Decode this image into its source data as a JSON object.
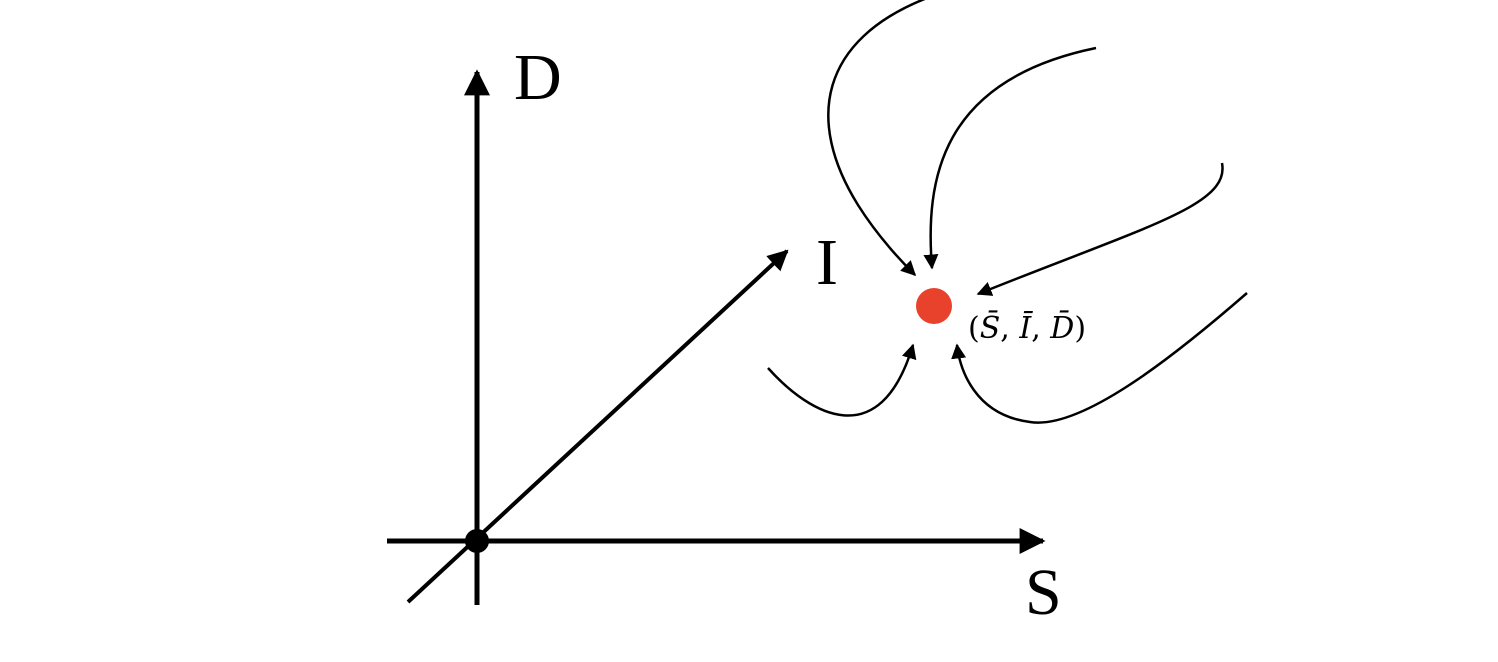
{
  "axes": {
    "s_label": "S",
    "i_label": "I",
    "d_label": "D"
  },
  "equilibrium": {
    "label_open": "(",
    "label_s": "S̄",
    "label_sep1": ", ",
    "label_i": "Ī",
    "label_sep2": ", ",
    "label_d": "D̄",
    "label_close": ")",
    "color": "#e8412c"
  },
  "origin_color": "#000000",
  "axis_color": "#000000"
}
